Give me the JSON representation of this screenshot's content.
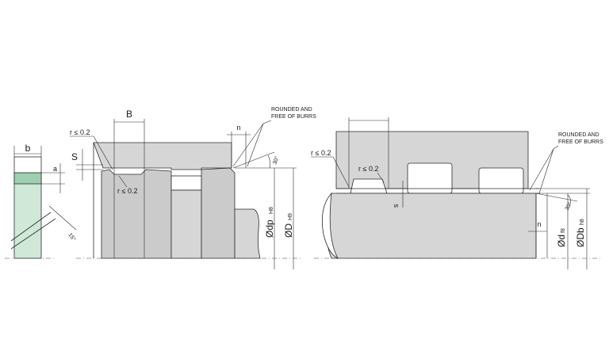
{
  "labels": {
    "left_b": "b",
    "left_a": "a",
    "left_angle": "15°",
    "mid_B": "B",
    "mid_r_top": "r ≤ 0.2",
    "mid_S": "S",
    "mid_r_bottom": "r ≤ 0.2",
    "mid_n": "n",
    "mid_note_line1": "ROUNDED AND",
    "mid_note_line2": "FREE OF BURRS",
    "mid_angle": "30°",
    "mid_dp": "Ødp",
    "mid_dp_tol": "H8",
    "mid_D": "ØD",
    "mid_D_tol": "H9",
    "right_r_left": "r ≤ 0.2",
    "right_r_mid": "r ≤ 0.2",
    "right_s": "s",
    "right_note_line1": "ROUNDED AND",
    "right_note_line2": "FREE OF BURRS",
    "right_angle": "30°",
    "right_n": "n",
    "right_d": "Ød",
    "right_d_tol": "f8",
    "right_Db": "ØDb",
    "right_Db_tol": "h8"
  },
  "colors": {
    "body": "#d6d6d6",
    "green": "#cfe8d8",
    "line": "#2b2b2b"
  }
}
